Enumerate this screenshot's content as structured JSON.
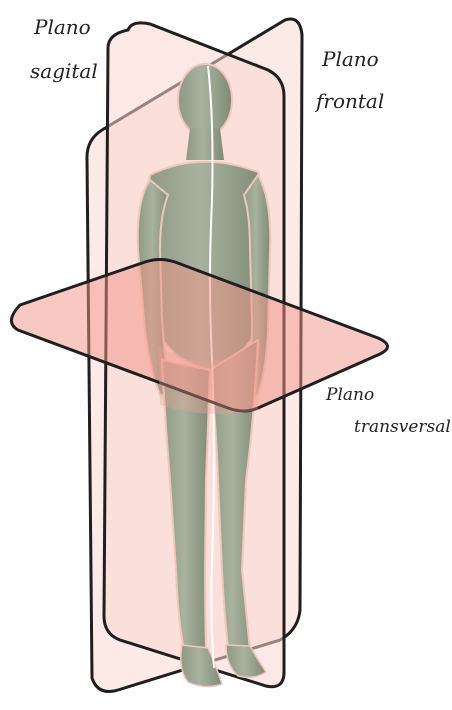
{
  "labels": {
    "sagittal_line1": "Plano",
    "sagittal_line2": "sagital",
    "frontal_line1": "Plano",
    "frontal_line2": "frontal",
    "transverse_line1": "Plano",
    "transverse_line2": "transversal"
  },
  "colors": {
    "background": "#ffffff",
    "plane_outline": "#1f1f1f",
    "plane_fill": "#f9d6cf",
    "transverse_fill": "#f3a196",
    "body_skin": "#9faa96",
    "body_shadow": "#7c8774",
    "midline": "#ffffff"
  }
}
